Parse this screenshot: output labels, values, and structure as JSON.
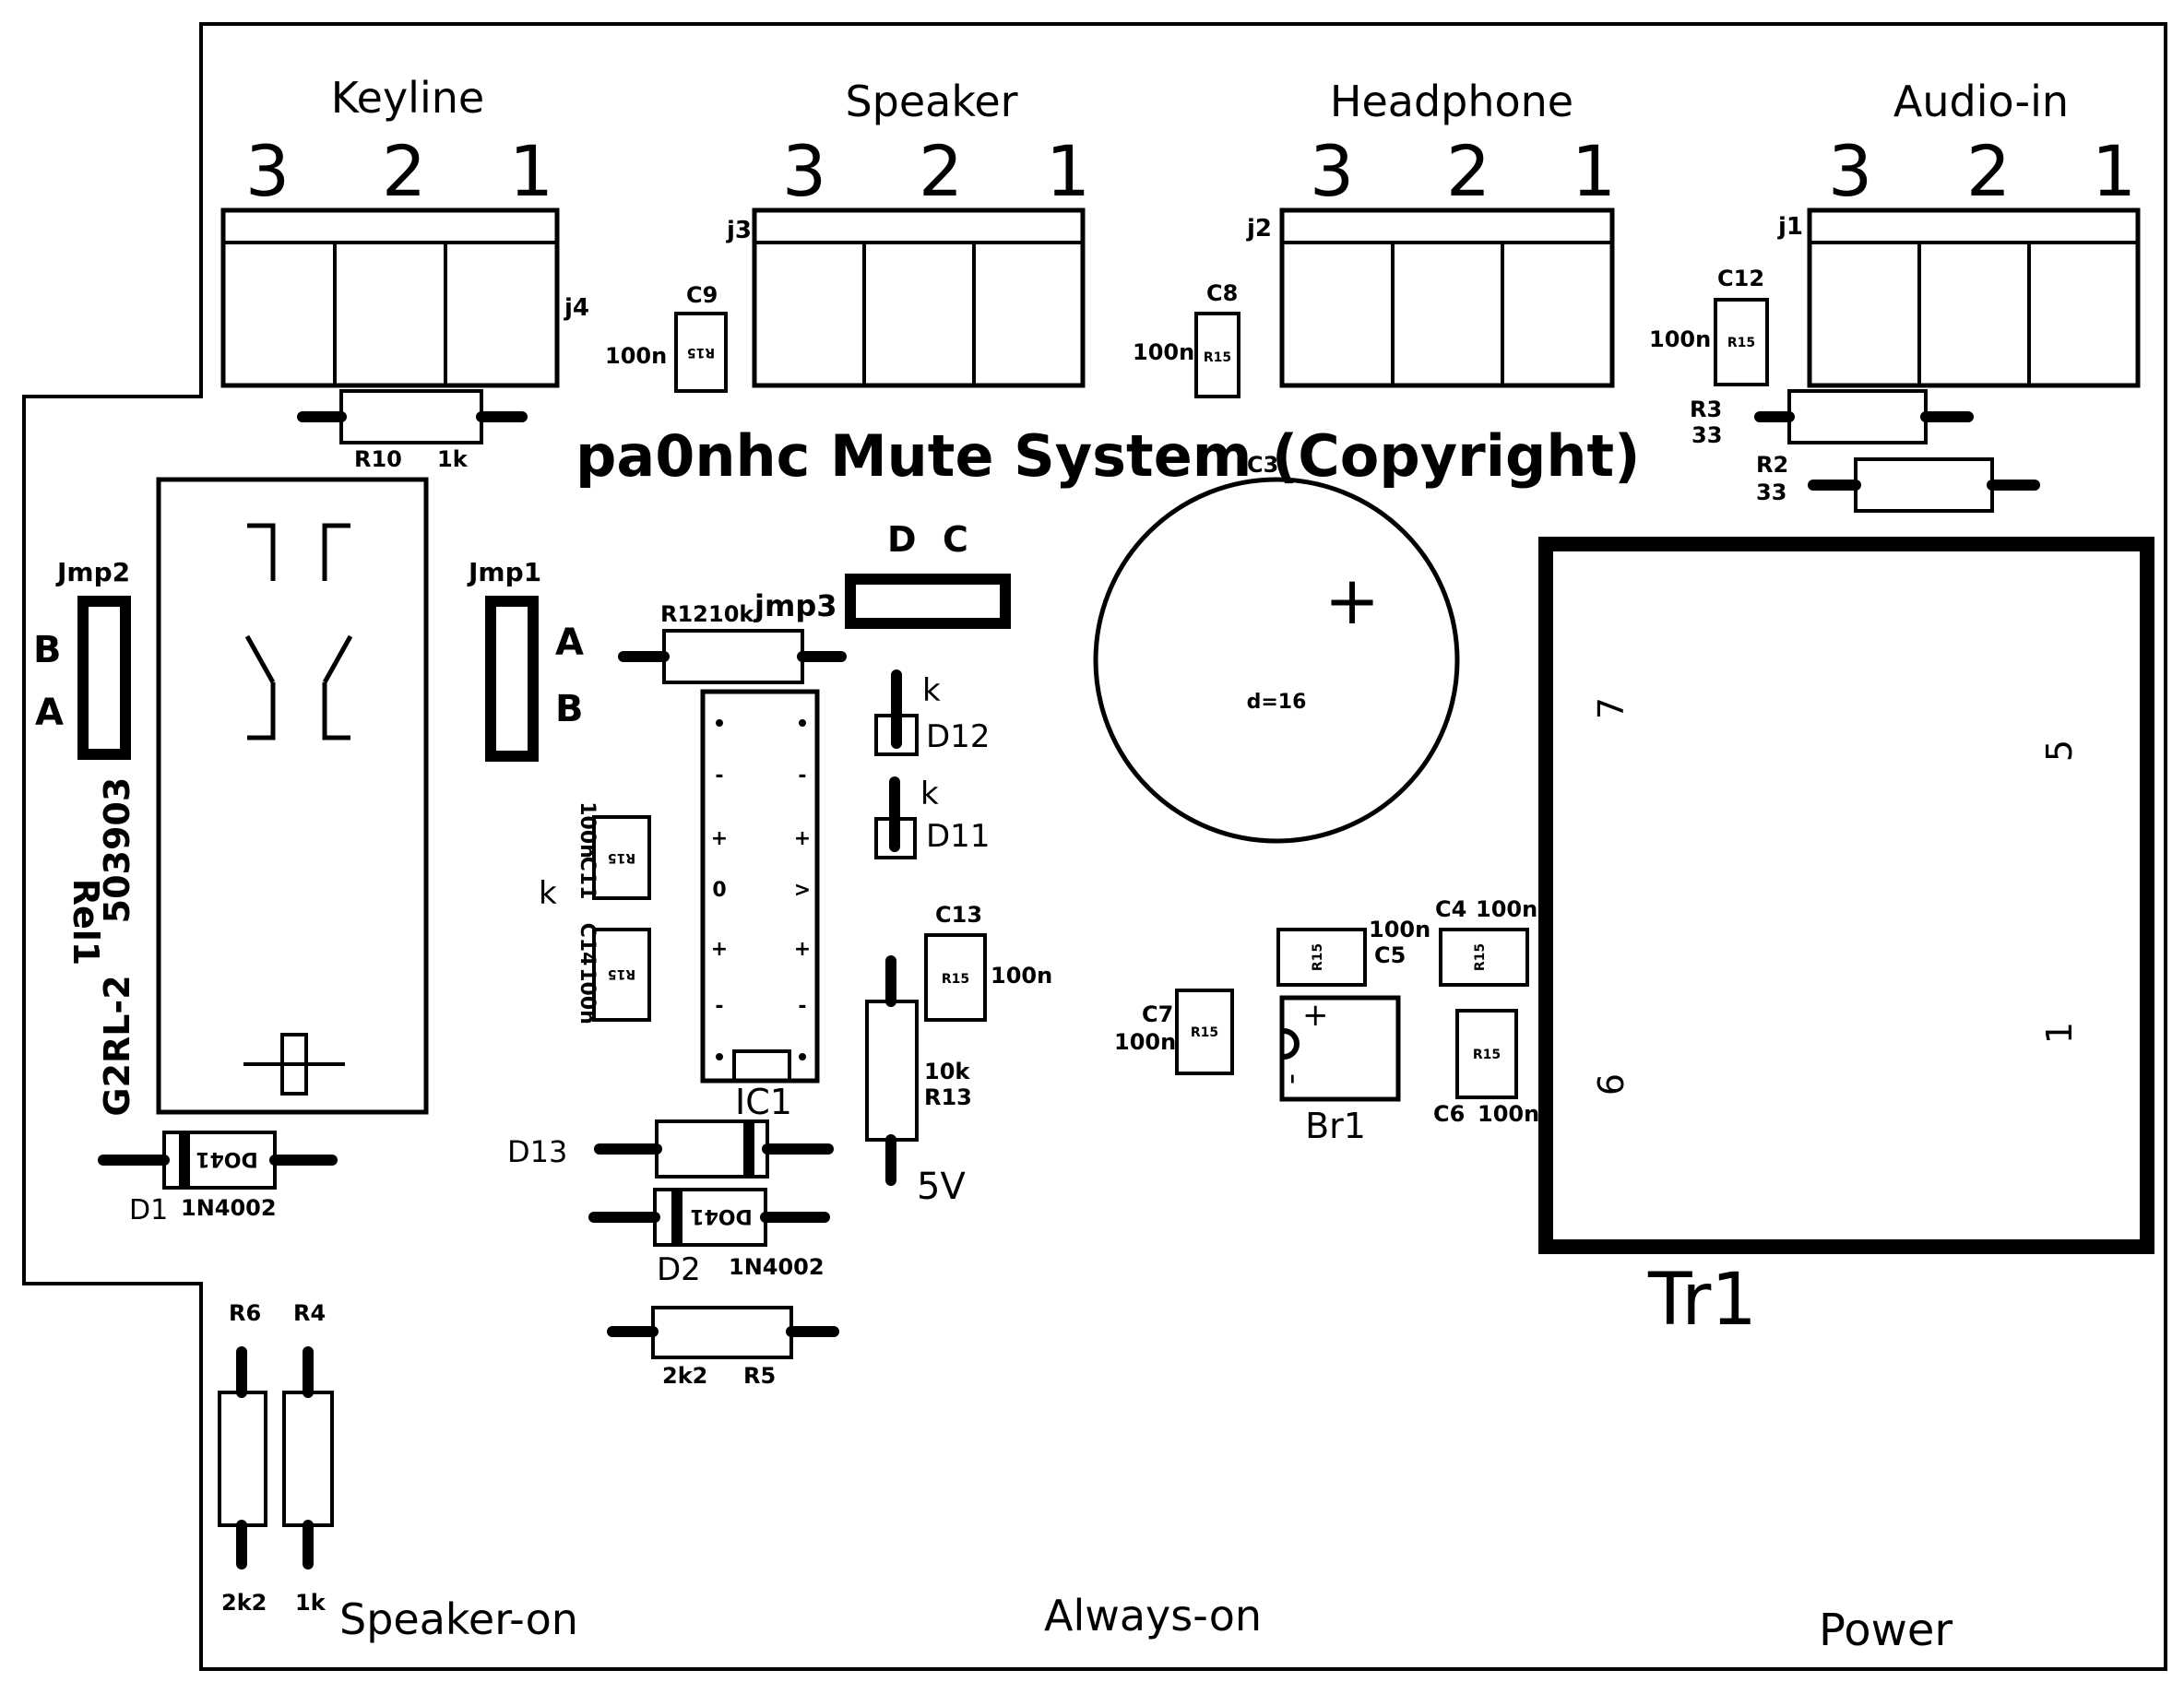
{
  "title": "pa0nhc Mute System (Copyright)",
  "connectors": {
    "j4": {
      "heading": "Keyline",
      "ref": "j4",
      "pins": [
        "3",
        "2",
        "1"
      ]
    },
    "j3": {
      "heading": "Speaker",
      "ref": "j3",
      "pins": [
        "3",
        "2",
        "1"
      ]
    },
    "j2": {
      "heading": "Headphone",
      "ref": "j2",
      "pins": [
        "3",
        "2",
        "1"
      ]
    },
    "j1": {
      "heading": "Audio-in",
      "ref": "j1",
      "pins": [
        "3",
        "2",
        "1"
      ]
    }
  },
  "caps": {
    "C9": {
      "ref": "C9",
      "value": "100n",
      "body": "R15"
    },
    "C8": {
      "ref": "C8",
      "value": "100n",
      "body": "R15"
    },
    "C12": {
      "ref": "C12",
      "value": "100n",
      "body": "R15"
    },
    "C11": {
      "ref": "C11",
      "value": "100n",
      "body": "R15"
    },
    "C14": {
      "ref": "C14",
      "value": "100n",
      "body": "R15"
    },
    "C13": {
      "ref": "C13",
      "value": "100n",
      "body": "R15"
    },
    "C7": {
      "ref": "C7",
      "value": "100n",
      "body": "R15"
    },
    "C5": {
      "ref": "C5",
      "value": "100n",
      "body": "R15"
    },
    "C4": {
      "ref": "C4",
      "value": "100n",
      "body": "R15"
    },
    "C6": {
      "ref": "C6",
      "value": "100n",
      "body": "R15"
    }
  },
  "resistors": {
    "R10": {
      "ref": "R10",
      "value": "1k"
    },
    "R3": {
      "ref": "R3",
      "value": "33"
    },
    "R2": {
      "ref": "R2",
      "value": "33"
    },
    "R12": {
      "ref": "R12",
      "value": "10k"
    },
    "R13": {
      "ref": "R13",
      "value": "10k"
    },
    "R5": {
      "ref": "R5",
      "value": "2k2"
    },
    "R6": {
      "ref": "R6",
      "value": "2k2"
    },
    "R4": {
      "ref": "R4",
      "value": "1k"
    }
  },
  "diodes": {
    "D1": {
      "ref": "D1",
      "value": "1N4002",
      "body": "DO41"
    },
    "D2": {
      "ref": "D2",
      "value": "1N4002",
      "body": "DO41"
    },
    "D13": {
      "ref": "D13"
    },
    "D12": {
      "ref": "D12",
      "pin": "k"
    },
    "D11": {
      "ref": "D11",
      "pin": "k"
    }
  },
  "jumpers": {
    "jmp1": {
      "ref": "Jmp1",
      "top": "A",
      "bottom": "B"
    },
    "jmp2": {
      "ref": "Jmp2",
      "top": "B",
      "bottom": "A"
    },
    "jmp3": {
      "ref": "jmp3",
      "left": "D",
      "right": "C"
    }
  },
  "relay": {
    "ref": "Rel1",
    "part": "G2RL-2",
    "number": "503903"
  },
  "ic": {
    "ref": "IC1",
    "left_pins": [
      "-",
      "+",
      "0",
      "+",
      "-"
    ],
    "right_pins": [
      "-",
      "+",
      ">",
      "+",
      "-"
    ],
    "side_label": "k"
  },
  "c3": {
    "ref": "C3",
    "size": "d=16",
    "polarity": "+"
  },
  "bridge": {
    "ref": "Br1",
    "plus": "+",
    "minus": "-"
  },
  "transformer": {
    "ref": "Tr1",
    "pins": {
      "p7": "7",
      "p5": "5",
      "p6": "6",
      "p1": "1"
    }
  },
  "supply_label": "5V",
  "footer": {
    "speaker_on": "Speaker-on",
    "always_on": "Always-on",
    "power": "Power"
  }
}
